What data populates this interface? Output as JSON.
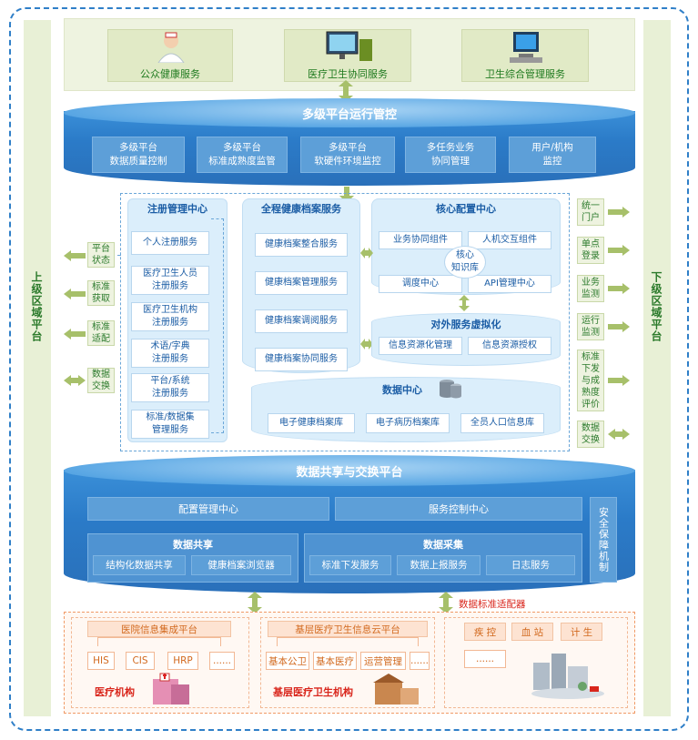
{
  "side_left": "上级区域平台",
  "side_right": "下级区域平台",
  "top_services": [
    {
      "label": "公众健康服务",
      "icon": "doctor-icon"
    },
    {
      "label": "医疗卫生协同服务",
      "icon": "monitor-icon"
    },
    {
      "label": "卫生综合管理服务",
      "icon": "computer-icon"
    }
  ],
  "control": {
    "title": "多级平台运行管控",
    "items": [
      "多级平台\n数据质量控制",
      "多级平台\n标准成熟度监管",
      "多级平台\n软硬件环境监控",
      "多任务业务\n协同管理",
      "用户/机构\n监控"
    ]
  },
  "registry": {
    "title": "注册管理中心",
    "items": [
      "个人注册服务",
      "医疗卫生人员\n注册服务",
      "医疗卫生机构\n注册服务",
      "术语/字典\n注册服务",
      "平台/系统\n注册服务",
      "标准/数据集\n管理服务"
    ]
  },
  "ehr": {
    "title": "全程健康档案服务",
    "items": [
      "健康档案整合服务",
      "健康档案管理服务",
      "健康档案调阅服务",
      "健康档案协同服务"
    ]
  },
  "core": {
    "title": "核心配置中心",
    "items": [
      "业务协同组件",
      "人机交互组件",
      "调度中心",
      "API管理中心"
    ],
    "center": "核心\n知识库"
  },
  "virtual": {
    "title": "对外服务虚拟化",
    "items": [
      "信息资源化管理",
      "信息资源授权"
    ]
  },
  "data_center": {
    "title": "数据中心",
    "items": [
      "电子健康档案库",
      "电子病历档案库",
      "全员人口信息库"
    ]
  },
  "left_tags": [
    "平台\n状态",
    "标准\n获取",
    "标准\n适配",
    "数据\n交换"
  ],
  "right_tags": [
    "统一\n门户",
    "单点\n登录",
    "业务\n监测",
    "运行\n监测",
    "标准\n下发\n与成\n熟度\n评价",
    "数据\n交换"
  ],
  "exchange": {
    "title": "数据共享与交换平台",
    "config": "配置管理中心",
    "service_ctrl": "服务控制中心",
    "security": "安全保障机制",
    "share_title": "数据共享",
    "share_items": [
      "结构化数据共享",
      "健康档案浏览器"
    ],
    "collect_title": "数据采集",
    "collect_items": [
      "标准下发服务",
      "数据上报服务",
      "日志服务"
    ]
  },
  "adapter_label": "数据标准适配器",
  "bottom": {
    "hospital": {
      "title": "医院信息集成平台",
      "items": [
        "HIS",
        "CIS",
        "HRP",
        "......"
      ],
      "label": "医疗机构"
    },
    "grassroots": {
      "title": "基层医疗卫生信息云平台",
      "items": [
        "基本公卫",
        "基本医疗",
        "运营管理",
        "......"
      ],
      "label": "基层医疗卫生机构"
    },
    "others": {
      "items": [
        "疾 控",
        "血 站",
        "计 生",
        "......"
      ]
    }
  },
  "colors": {
    "blue": "#2b7bc8",
    "green": "#2b7a2b",
    "orange": "#d2691e"
  }
}
